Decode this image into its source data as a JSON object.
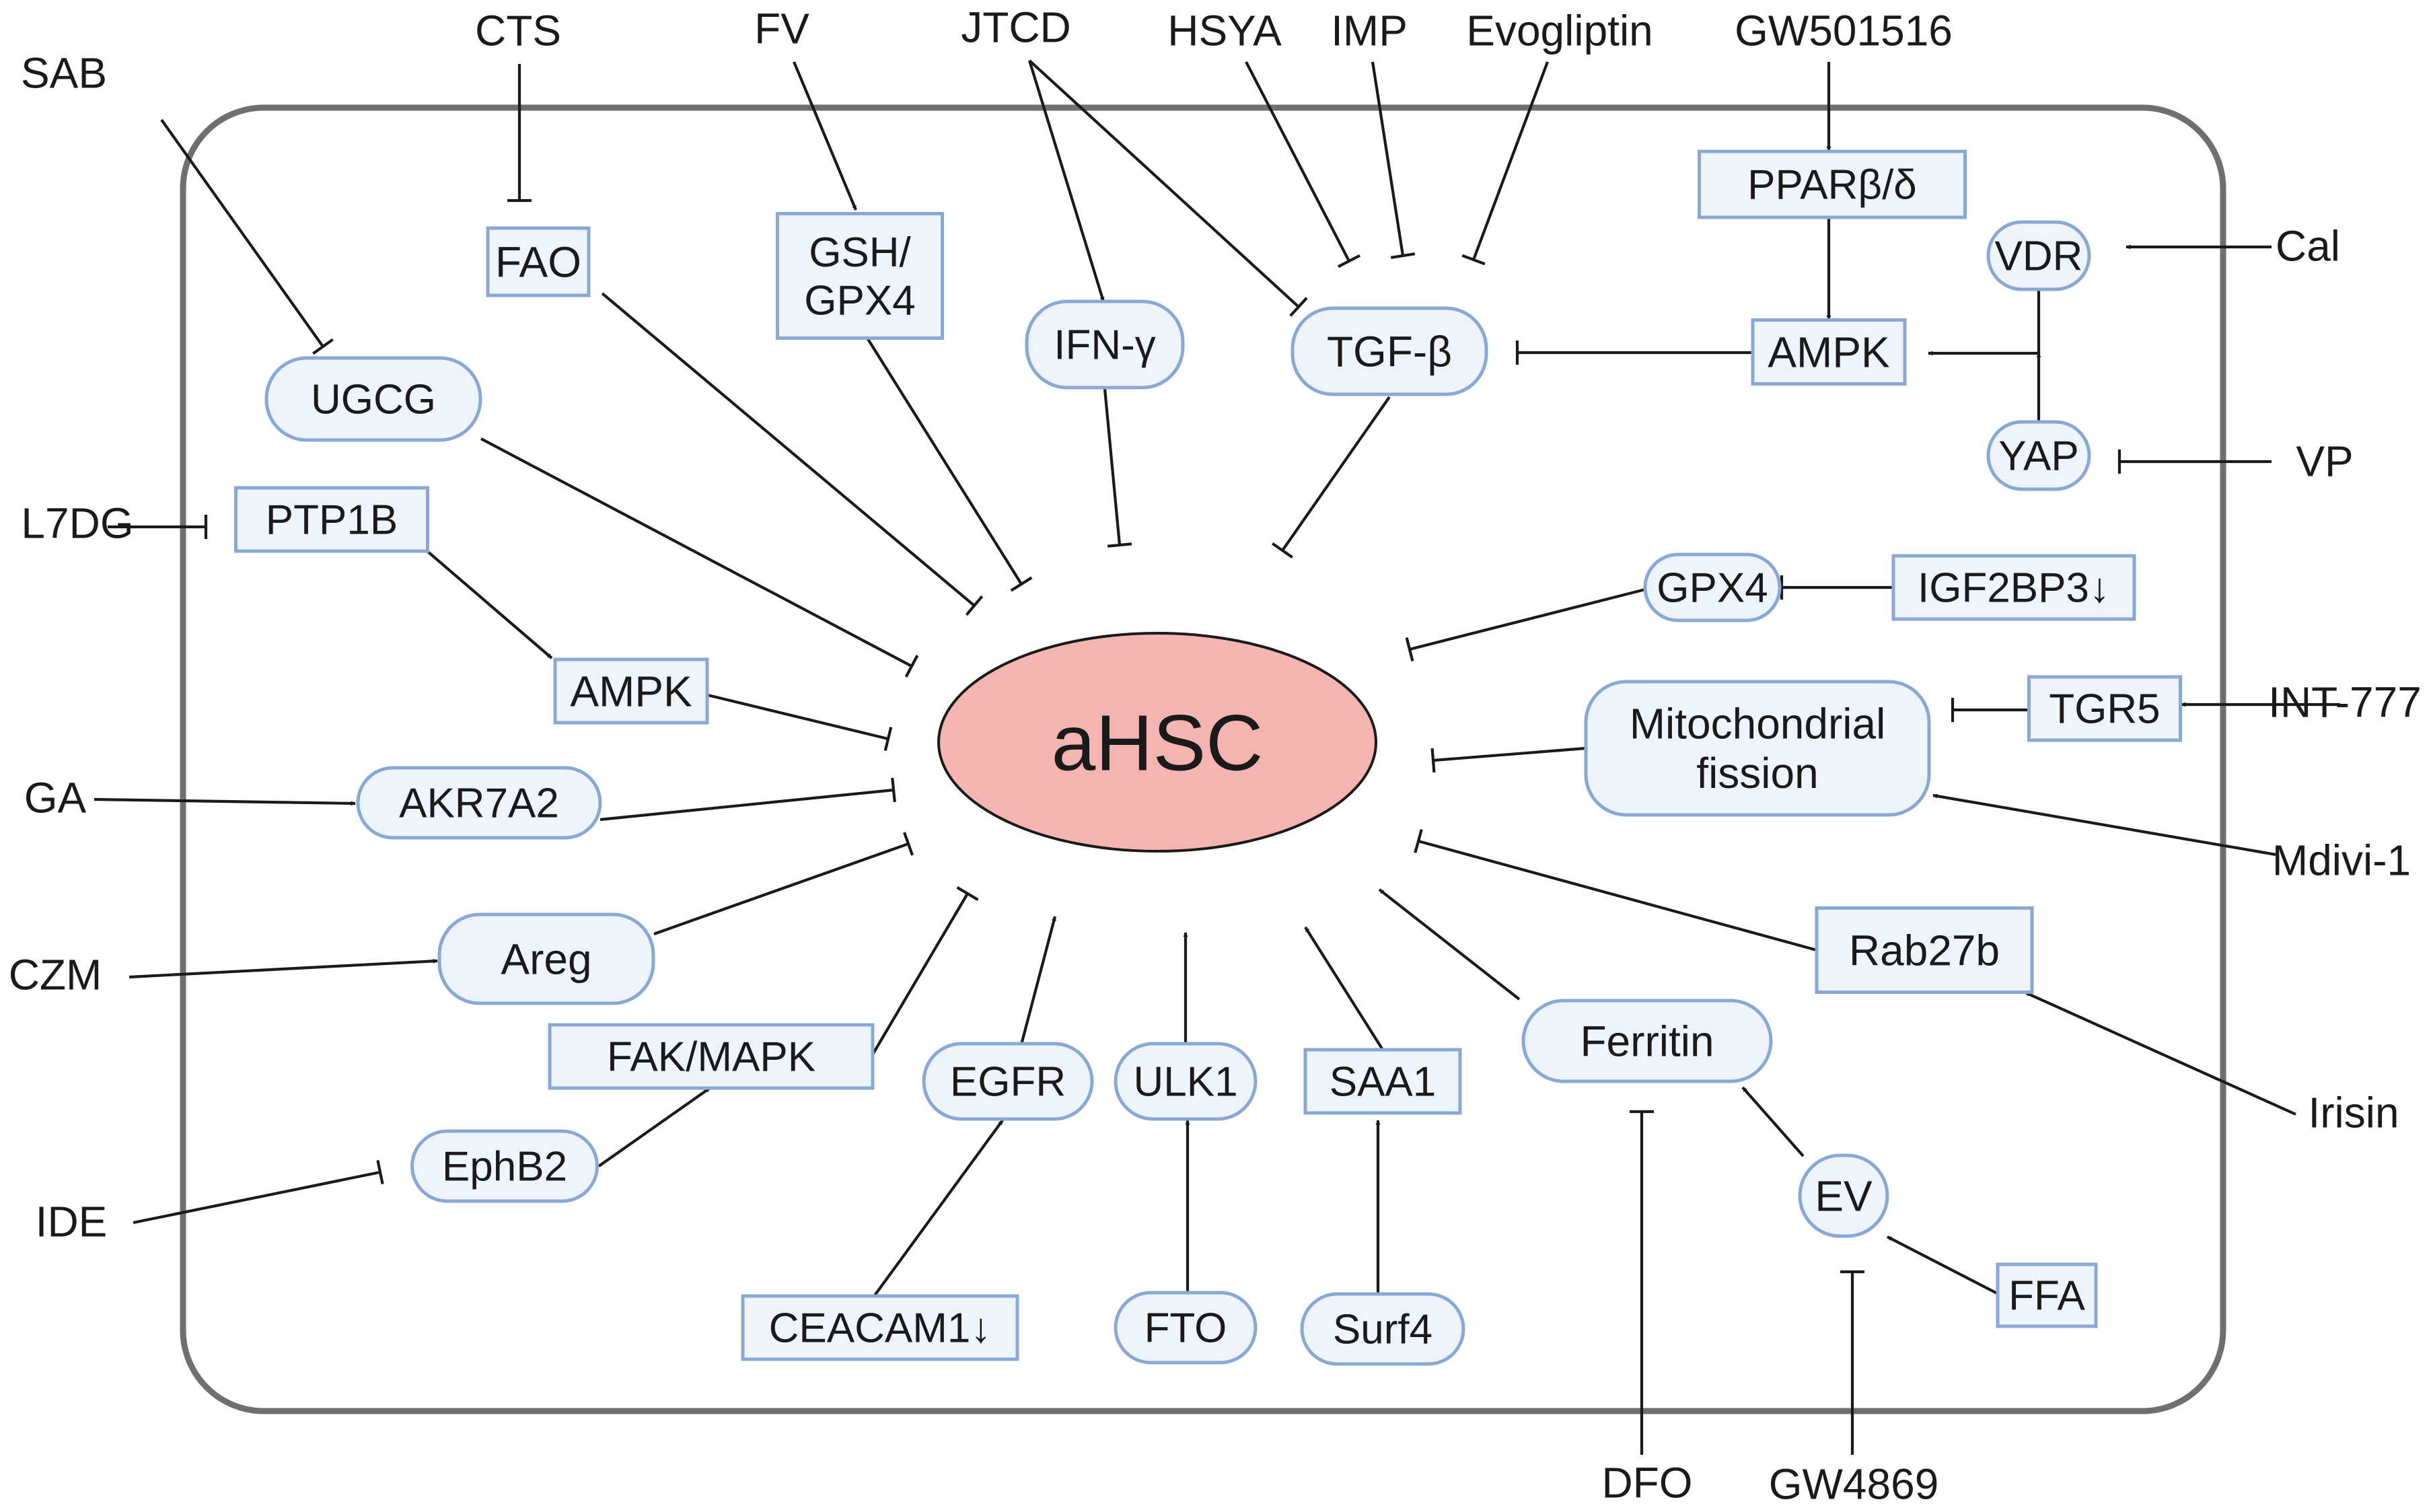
{
  "center": {
    "id": "ahsc",
    "label": "aHSC"
  },
  "nodes": [
    {
      "id": "fao",
      "label": "FAO",
      "shape": "box"
    },
    {
      "id": "gsh",
      "label": "GSH/\nGPX4",
      "shape": "box"
    },
    {
      "id": "ifng",
      "label": "IFN-γ",
      "shape": "pill"
    },
    {
      "id": "tgfb",
      "label": "TGF-β",
      "shape": "pill"
    },
    {
      "id": "ppar",
      "label": "PPARβ/δ",
      "shape": "box"
    },
    {
      "id": "vdr",
      "label": "VDR",
      "shape": "pill"
    },
    {
      "id": "ampk_r",
      "label": "AMPK",
      "shape": "box"
    },
    {
      "id": "yap",
      "label": "YAP",
      "shape": "pill"
    },
    {
      "id": "ugcg",
      "label": "UGCG",
      "shape": "pill"
    },
    {
      "id": "ptp1b",
      "label": "PTP1B",
      "shape": "box"
    },
    {
      "id": "ampk_l",
      "label": "AMPK",
      "shape": "box"
    },
    {
      "id": "akr7a2",
      "label": "AKR7A2",
      "shape": "pill"
    },
    {
      "id": "areg",
      "label": "Areg",
      "shape": "pill"
    },
    {
      "id": "fakmapk",
      "label": "FAK/MAPK",
      "shape": "box"
    },
    {
      "id": "ephb2",
      "label": "EphB2",
      "shape": "pill"
    },
    {
      "id": "egfr",
      "label": "EGFR",
      "shape": "pill"
    },
    {
      "id": "ulk1",
      "label": "ULK1",
      "shape": "pill"
    },
    {
      "id": "saa1",
      "label": "SAA1",
      "shape": "box"
    },
    {
      "id": "ceacam1",
      "label": "CEACAM1↓",
      "shape": "box"
    },
    {
      "id": "fto",
      "label": "FTO",
      "shape": "pill"
    },
    {
      "id": "surf4",
      "label": "Surf4",
      "shape": "pill"
    },
    {
      "id": "gpx4",
      "label": "GPX4",
      "shape": "pill"
    },
    {
      "id": "igf2bp3",
      "label": "IGF2BP3↓",
      "shape": "box"
    },
    {
      "id": "mito",
      "label": "Mitochondrial\nfission",
      "shape": "pill"
    },
    {
      "id": "tgr5",
      "label": "TGR5",
      "shape": "box"
    },
    {
      "id": "rab27b",
      "label": "Rab27b",
      "shape": "box"
    },
    {
      "id": "ferritin",
      "label": "Ferritin",
      "shape": "pill"
    },
    {
      "id": "ev",
      "label": "EV",
      "shape": "pill"
    },
    {
      "id": "ffa",
      "label": "FFA",
      "shape": "box"
    }
  ],
  "agents": [
    {
      "id": "sab",
      "label": "SAB"
    },
    {
      "id": "cts",
      "label": "CTS"
    },
    {
      "id": "fv",
      "label": "FV"
    },
    {
      "id": "jtcd",
      "label": "JTCD"
    },
    {
      "id": "hsya",
      "label": "HSYA"
    },
    {
      "id": "imp",
      "label": "IMP"
    },
    {
      "id": "evogliptin",
      "label": "Evogliptin"
    },
    {
      "id": "gw501516",
      "label": "GW501516"
    },
    {
      "id": "cal",
      "label": "Cal"
    },
    {
      "id": "vp",
      "label": "VP"
    },
    {
      "id": "l7dg",
      "label": "L7DG"
    },
    {
      "id": "ga",
      "label": "GA"
    },
    {
      "id": "czm",
      "label": "CZM"
    },
    {
      "id": "ide",
      "label": "IDE"
    },
    {
      "id": "int777",
      "label": "INT-777"
    },
    {
      "id": "mdivi1",
      "label": "Mdivi-1"
    },
    {
      "id": "irisin",
      "label": "Irisin"
    },
    {
      "id": "dfo",
      "label": "DFO"
    },
    {
      "id": "gw4869",
      "label": "GW4869"
    }
  ],
  "edges": [
    {
      "from": "cts",
      "to": "fao",
      "type": "inhibits"
    },
    {
      "from": "fv",
      "to": "gsh",
      "type": "activates"
    },
    {
      "from": "jtcd",
      "to": "ifng",
      "type": "activates"
    },
    {
      "from": "jtcd",
      "to": "tgfb",
      "type": "inhibits"
    },
    {
      "from": "hsya",
      "to": "tgfb",
      "type": "inhibits"
    },
    {
      "from": "imp",
      "to": "tgfb",
      "type": "inhibits"
    },
    {
      "from": "evogliptin",
      "to": "tgfb",
      "type": "inhibits"
    },
    {
      "from": "gw501516",
      "to": "ppar",
      "type": "activates"
    },
    {
      "from": "ppar",
      "to": "ampk_r",
      "type": "activates"
    },
    {
      "from": "cal",
      "to": "vdr",
      "type": "activates"
    },
    {
      "from": "vdr",
      "to": "ampk_r",
      "type": "activates"
    },
    {
      "from": "yap",
      "to": "ampk_r",
      "type": "activates"
    },
    {
      "from": "vp",
      "to": "yap",
      "type": "inhibits"
    },
    {
      "from": "ampk_r",
      "to": "tgfb",
      "type": "inhibits"
    },
    {
      "from": "sab",
      "to": "ugcg",
      "type": "inhibits"
    },
    {
      "from": "l7dg",
      "to": "ptp1b",
      "type": "inhibits"
    },
    {
      "from": "ptp1b",
      "to": "ampk_l",
      "type": "activates"
    },
    {
      "from": "ga",
      "to": "akr7a2",
      "type": "activates"
    },
    {
      "from": "czm",
      "to": "areg",
      "type": "activates"
    },
    {
      "from": "ide",
      "to": "ephb2",
      "type": "inhibits"
    },
    {
      "from": "ephb2",
      "to": "fakmapk",
      "type": "activates"
    },
    {
      "from": "ceacam1",
      "to": "egfr",
      "type": "activates"
    },
    {
      "from": "fto",
      "to": "ulk1",
      "type": "activates"
    },
    {
      "from": "surf4",
      "to": "saa1",
      "type": "activates"
    },
    {
      "from": "igf2bp3",
      "to": "gpx4",
      "type": "inhibits"
    },
    {
      "from": "tgr5",
      "to": "mito",
      "type": "inhibits"
    },
    {
      "from": "int777",
      "to": "tgr5",
      "type": "activates"
    },
    {
      "from": "mdivi1",
      "to": "mito",
      "type": "activates"
    },
    {
      "from": "irisin",
      "to": "rab27b",
      "type": "activates"
    },
    {
      "from": "dfo",
      "to": "ferritin",
      "type": "inhibits"
    },
    {
      "from": "ev",
      "to": "ferritin",
      "type": "activates"
    },
    {
      "from": "ffa",
      "to": "ev",
      "type": "activates"
    },
    {
      "from": "gw4869",
      "to": "ev",
      "type": "inhibits"
    },
    {
      "from": "fao",
      "to": "ahsc",
      "type": "inhibits"
    },
    {
      "from": "gsh",
      "to": "ahsc",
      "type": "inhibits"
    },
    {
      "from": "ifng",
      "to": "ahsc",
      "type": "inhibits"
    },
    {
      "from": "tgfb",
      "to": "ahsc",
      "type": "inhibits"
    },
    {
      "from": "ugcg",
      "to": "ahsc",
      "type": "inhibits"
    },
    {
      "from": "ampk_l",
      "to": "ahsc",
      "type": "inhibits"
    },
    {
      "from": "akr7a2",
      "to": "ahsc",
      "type": "inhibits"
    },
    {
      "from": "areg",
      "to": "ahsc",
      "type": "inhibits"
    },
    {
      "from": "fakmapk",
      "to": "ahsc",
      "type": "inhibits"
    },
    {
      "from": "egfr",
      "to": "ahsc",
      "type": "activates"
    },
    {
      "from": "ulk1",
      "to": "ahsc",
      "type": "activates"
    },
    {
      "from": "saa1",
      "to": "ahsc",
      "type": "activates"
    },
    {
      "from": "ferritin",
      "to": "ahsc",
      "type": "activates"
    },
    {
      "from": "rab27b",
      "to": "ahsc",
      "type": "inhibits"
    },
    {
      "from": "mito",
      "to": "ahsc",
      "type": "inhibits"
    },
    {
      "from": "gpx4",
      "to": "ahsc",
      "type": "inhibits"
    }
  ]
}
